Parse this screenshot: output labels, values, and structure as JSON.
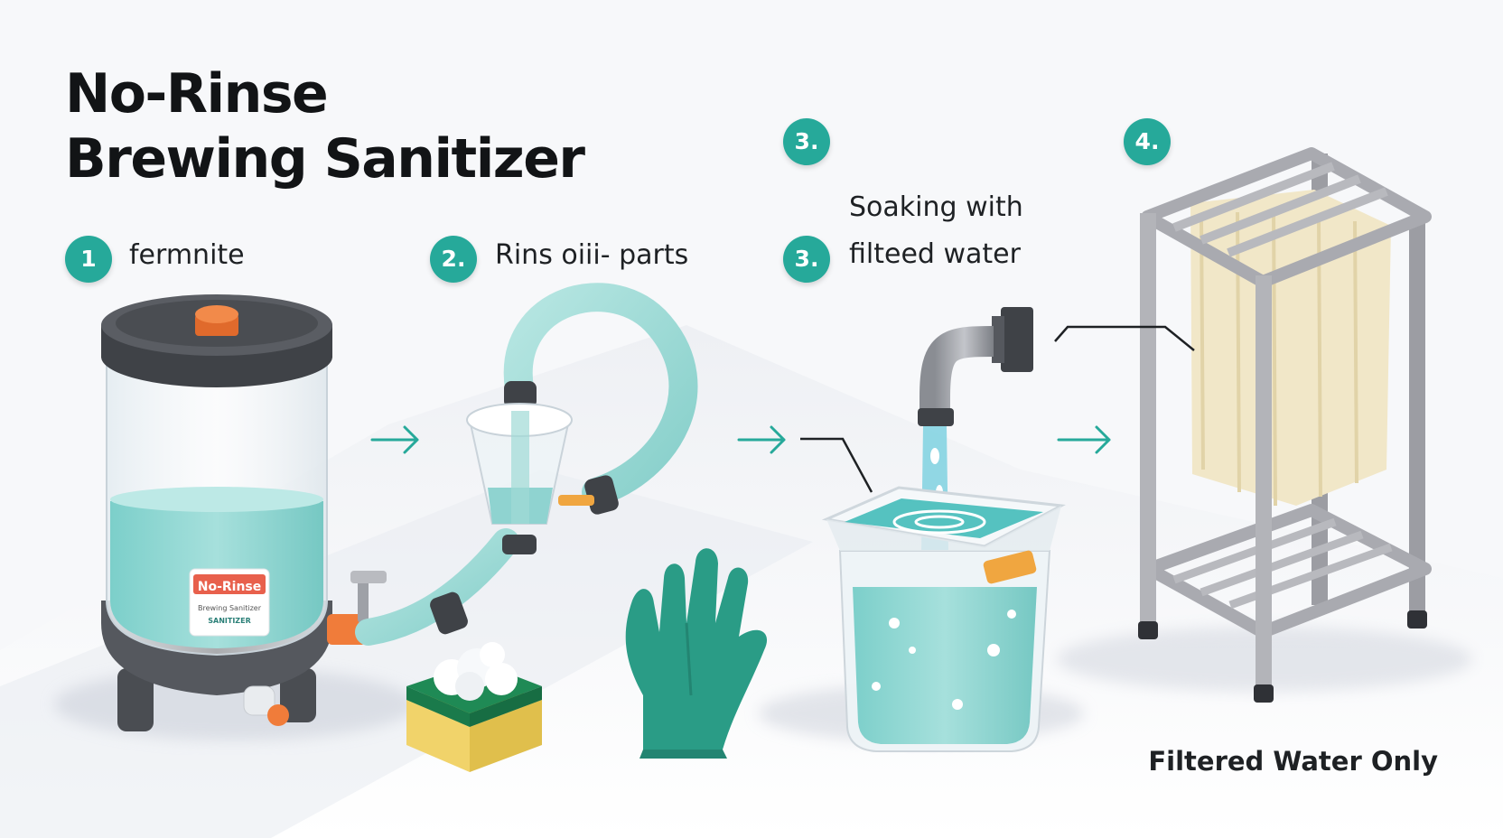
{
  "title": {
    "line1": "No-Rinse",
    "line2": "Brewing Sanitizer"
  },
  "steps": [
    {
      "number": "1",
      "label": "fermnite"
    },
    {
      "number": "2.",
      "label": "Rins oiii- parts"
    },
    {
      "number": "3.",
      "label": ""
    },
    {
      "number": "3.",
      "label_line1": "Soaking with",
      "label_line2": "filteed water"
    },
    {
      "number": "4.",
      "label": ""
    }
  ],
  "bucket_label": {
    "line1": "No-Rinse",
    "line2": "Вrewing Sanitizer",
    "line3": "SANITIZER"
  },
  "footer": "Filtered Water Only",
  "colors": {
    "teal": "#26a99a",
    "liquid": "#8fd3d0",
    "orange": "#f07c3a",
    "dark_gray": "#4a4d52",
    "rack_gray": "#a9aab0",
    "towel": "#f1e7c8",
    "glove": "#2a9c86",
    "sponge": "#f1d36a"
  },
  "icons": [
    "arrow-right-icon",
    "fermenter-bucket-icon",
    "tubing-icon",
    "sponge-icon",
    "glove-icon",
    "faucet-icon",
    "soak-tub-icon",
    "drying-rack-icon"
  ]
}
